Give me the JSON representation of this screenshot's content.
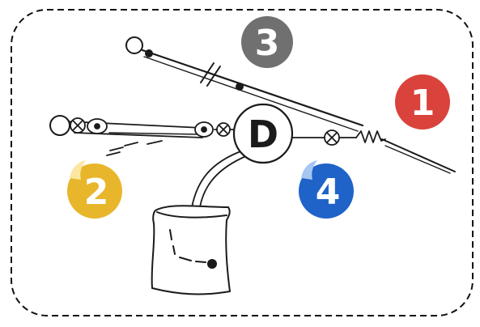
{
  "diagram": {
    "hub_label": "D",
    "badges": [
      {
        "id": "badge-1",
        "label": "1",
        "color": "#d9433c",
        "shape": "circle"
      },
      {
        "id": "badge-2",
        "label": "2",
        "color": "#e8b62a",
        "shape": "sticker"
      },
      {
        "id": "badge-3",
        "label": "3",
        "color": "#707070",
        "shape": "circle"
      },
      {
        "id": "badge-4",
        "label": "4",
        "color": "#1f63c9",
        "shape": "sticker"
      }
    ],
    "colors": {
      "frame": "#111111",
      "ink": "#1a1a1a",
      "background": "#ffffff"
    }
  }
}
